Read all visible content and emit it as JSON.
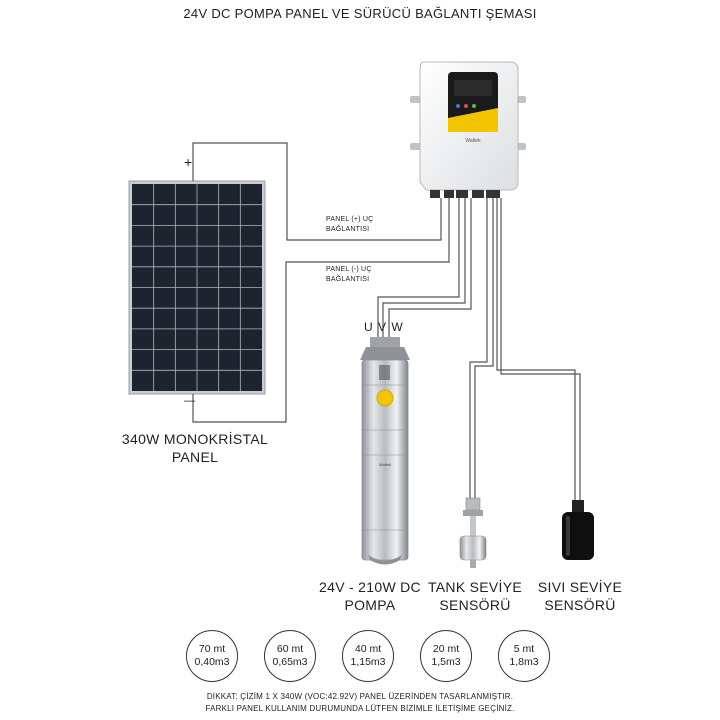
{
  "title": "24V DC POMPA PANEL VE SÜRÜCÜ BAĞLANTI ŞEMASI",
  "panel_plus_label": [
    "PANEL (+) UÇ",
    "BAĞLANTISI"
  ],
  "panel_minus_label": [
    "PANEL (-) UÇ",
    "BAĞLANTISI"
  ],
  "uvw_label": "U V W",
  "panel_symbol_plus": "+",
  "panel_symbol_minus": "—",
  "solar_panel_caption": [
    "340W MONOKRİSTAL",
    "PANEL"
  ],
  "pump_caption": [
    "24V - 210W DC",
    "POMPA"
  ],
  "tank_sensor_caption": [
    "TANK SEVİYE",
    "SENSÖRÜ"
  ],
  "liquid_sensor_caption": [
    "SIVI SEVİYE",
    "SENSÖRÜ"
  ],
  "controller_brand": "Wattek",
  "pump_brand": "Wattek",
  "performance": [
    {
      "depth": "70 mt",
      "flow": "0,40m3"
    },
    {
      "depth": "60 mt",
      "flow": "0,65m3"
    },
    {
      "depth": "40 mt",
      "flow": "1,15m3"
    },
    {
      "depth": "20 mt",
      "flow": "1,5m3"
    },
    {
      "depth": "5 mt",
      "flow": "1,8m3"
    }
  ],
  "note_line1": "DİKKAT: ÇİZİM 1 X 340W (VOC:42.92V) PANEL ÜZERİNDEN  TASARLANMIŞTIR.",
  "note_line2": "FARKLI PANEL KULLANIM DURUMUNDA LÜTFEN BİZİMLE İLETİŞİME GEÇİNİZ.",
  "colors": {
    "wire": "#555555",
    "panel_cell": "#1d2430",
    "panel_frame": "#c9ccd0",
    "accent": "#f2c500"
  }
}
